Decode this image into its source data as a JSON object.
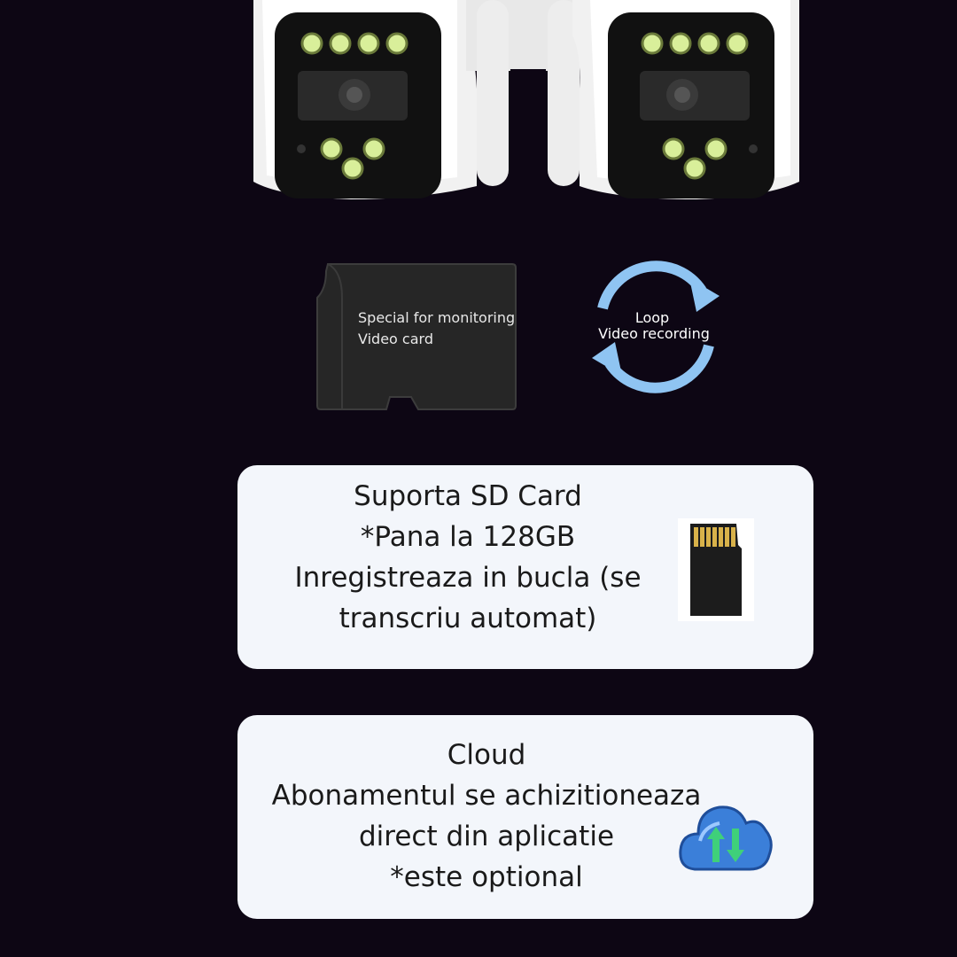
{
  "sd_card_graphic": {
    "line1": "Special for monitoring",
    "line2": "Video card"
  },
  "loop_badge": {
    "line1": "Loop",
    "line2": "Video recording"
  },
  "feature_sd": {
    "lines": [
      "Suporta SD Card",
      "*Pana la 128GB",
      "Inregistreaza in bucla (se",
      "transcriu automat)"
    ],
    "icon": "microsd-card-icon"
  },
  "feature_cloud": {
    "lines": [
      "Cloud",
      "Abonamentul se achizitioneaza",
      "direct din aplicatie",
      "*este optional"
    ],
    "icon": "cloud-upload-icon"
  },
  "colors": {
    "background": "#0d0614",
    "card": "#f3f6fb",
    "loop_arrow": "#8fc4f2",
    "cloud": "#3b7fd9",
    "led": "#d9ef9a"
  }
}
